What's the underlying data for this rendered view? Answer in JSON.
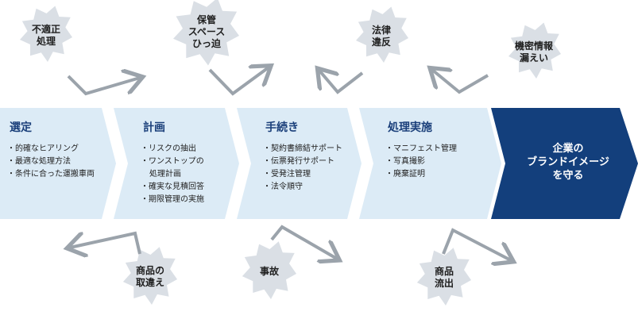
{
  "stages": [
    {
      "title": "選定",
      "items": [
        "・的確なヒアリング",
        "・最適な処理方法",
        "・条件に合った運搬車両"
      ]
    },
    {
      "title": "計画",
      "items": [
        "・リスクの抽出",
        "・ワンストップの",
        "処理計画",
        "・確実な見積回答",
        "・期限管理の実施"
      ]
    },
    {
      "title": "手続き",
      "items": [
        "・契約書締結サポート",
        "・伝票発行サポート",
        "・受発注管理",
        "・法令順守"
      ]
    },
    {
      "title": "処理実施",
      "items": [
        "・マニフェスト管理",
        "・写真撮影",
        "・廃棄証明"
      ]
    }
  ],
  "goal": {
    "line1": "企業の",
    "line2": "ブランドイメージ",
    "line3": "を守る"
  },
  "risks": {
    "improper": {
      "line1": "不適正",
      "line2": "処理"
    },
    "storage": {
      "line1": "保管",
      "line2": "スペース",
      "line3": "ひっ迫"
    },
    "law": {
      "line1": "法律",
      "line2": "違反"
    },
    "leak": {
      "line1": "機密情報",
      "line2": "漏えい"
    },
    "mixup": {
      "line1": "商品の",
      "line2": "取違え"
    },
    "accident": {
      "line1": "事故"
    },
    "outflow": {
      "line1": "商品",
      "line2": "流出"
    }
  },
  "colors": {
    "stage_fill": "#dcebf6",
    "goal_fill": "#133f7c",
    "star_fill": "#dadfe5",
    "arrow_stroke": "#9ba3ab",
    "title_text": "#1a3f7a"
  }
}
